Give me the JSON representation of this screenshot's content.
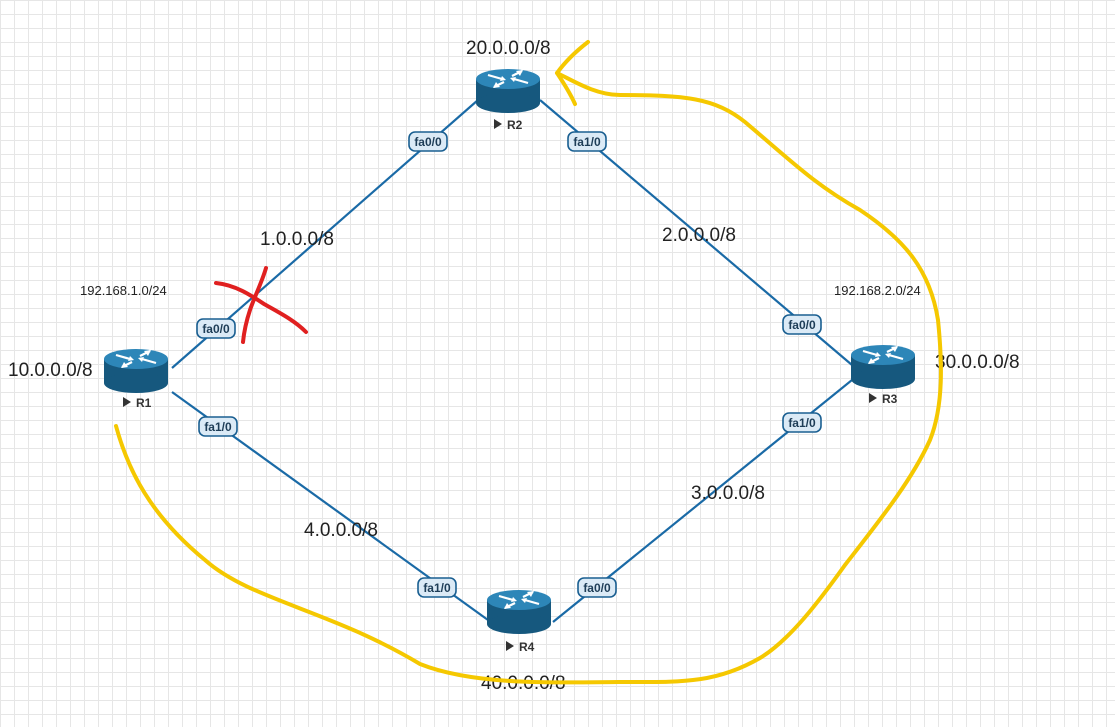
{
  "routers": [
    {
      "id": "R1",
      "label": "R1"
    },
    {
      "id": "R2",
      "label": "R2"
    },
    {
      "id": "R3",
      "label": "R3"
    },
    {
      "id": "R4",
      "label": "R4"
    }
  ],
  "links": [
    {
      "from": "R1",
      "to": "R2",
      "network": "1.0.0.0/8",
      "from_if": "fa0/0",
      "to_if": "fa0/0",
      "status": "broken"
    },
    {
      "from": "R2",
      "to": "R3",
      "network": "2.0.0.0/8",
      "from_if": "fa1/0",
      "to_if": "fa0/0"
    },
    {
      "from": "R3",
      "to": "R4",
      "network": "3.0.0.0/8",
      "from_if": "fa1/0",
      "to_if": "fa0/0"
    },
    {
      "from": "R1",
      "to": "R4",
      "network": "4.0.0.0/8",
      "from_if": "fa1/0",
      "to_if": "fa1/0"
    }
  ],
  "networks": {
    "r1_loopback": "10.0.0.0/8",
    "r2_loopback": "20.0.0.0/8",
    "r3_loopback": "30.0.0.0/8",
    "r4_loopback": "40.0.0.0/8",
    "r1_lan": "192.168.1.0/24",
    "r3_lan": "192.168.2.0/24"
  },
  "annotations": {
    "failure_mark_color": "#e02020",
    "path_color": "#f5c800",
    "link_color": "#1a6aa6",
    "router_color": "#1b6a94"
  }
}
